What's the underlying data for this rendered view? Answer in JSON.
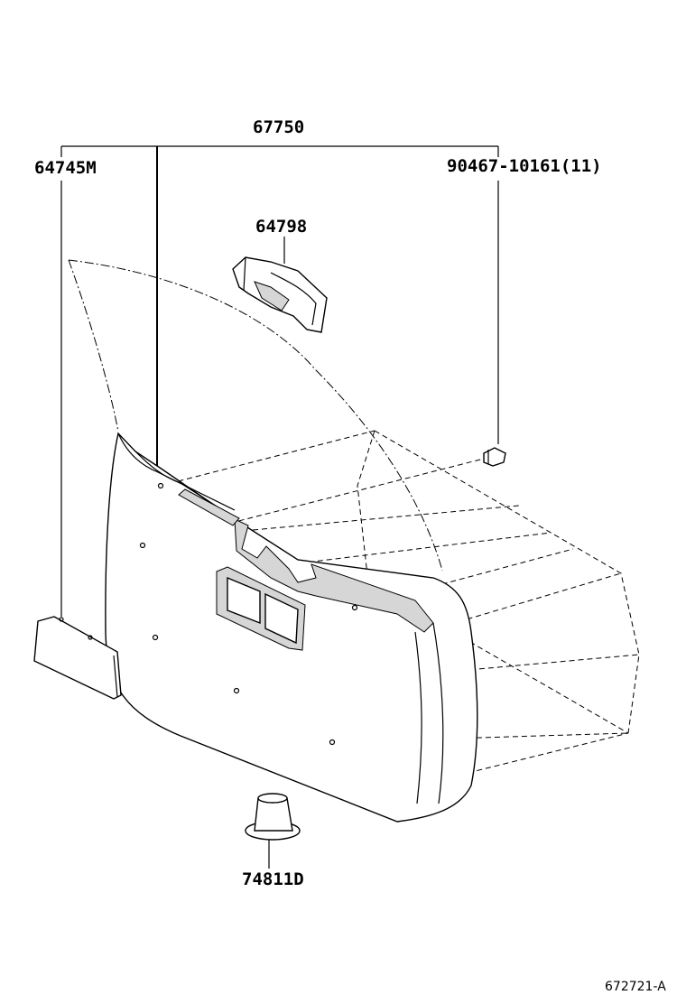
{
  "diagram": {
    "labels": {
      "assembly": "67750",
      "cover": "64745M",
      "clip": "90467-10161(11)",
      "pocket_cover": "64798",
      "lamp": "74811D",
      "figure_id": "672721-A"
    }
  }
}
